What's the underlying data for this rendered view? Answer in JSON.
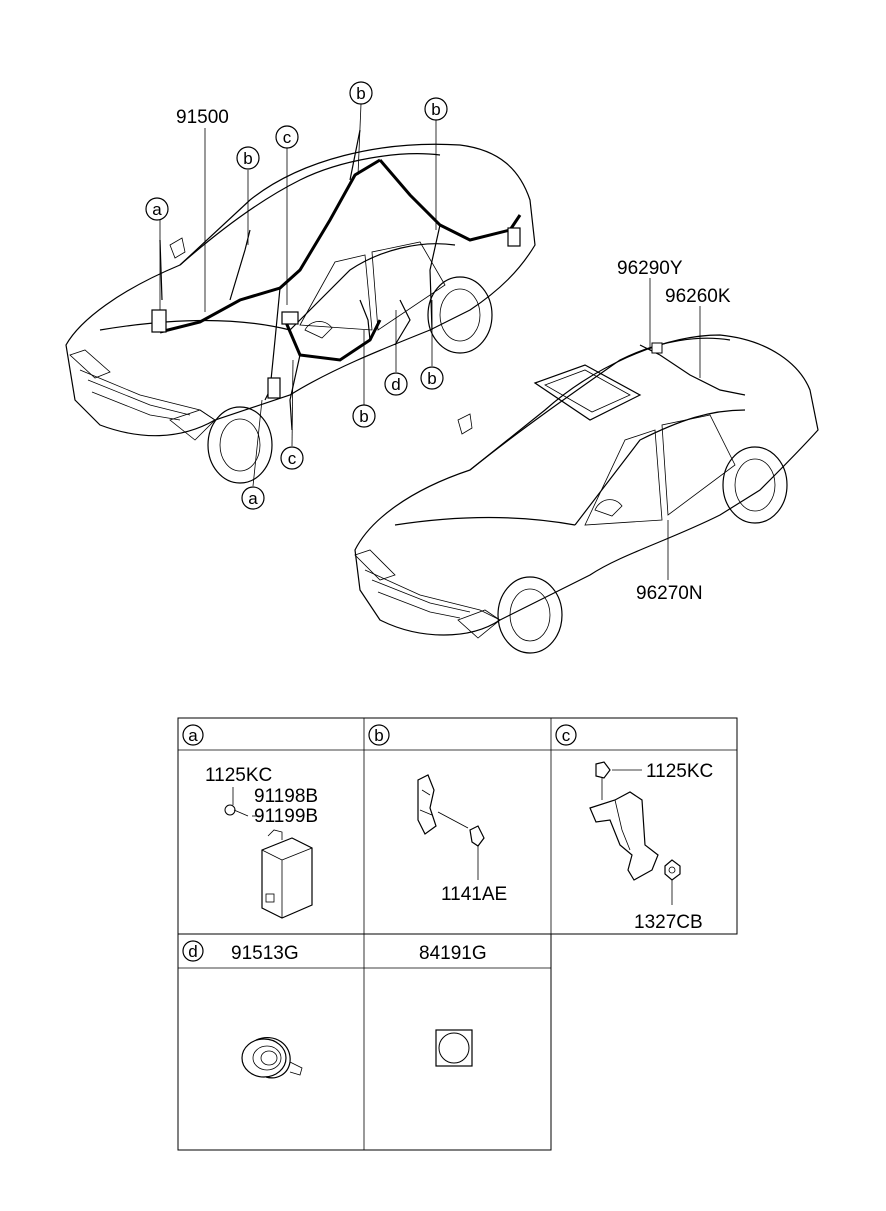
{
  "parts": {
    "main_harness": "91500",
    "roof_antenna_cable": "96290Y",
    "antenna_lead": "96260K",
    "cable_side": "96270N"
  },
  "callouts": {
    "a": "a",
    "b": "b",
    "c": "c",
    "d": "d"
  },
  "detail_table": {
    "a": {
      "letter": "a",
      "p1": "1125KC",
      "p2": "91198B",
      "p3": "91199B"
    },
    "b": {
      "letter": "b",
      "p1": "1141AE"
    },
    "c": {
      "letter": "c",
      "p1": "1125KC",
      "p2": "1327CB"
    },
    "d": {
      "letter": "d",
      "header": "91513G"
    },
    "e": {
      "header": "84191G"
    }
  }
}
